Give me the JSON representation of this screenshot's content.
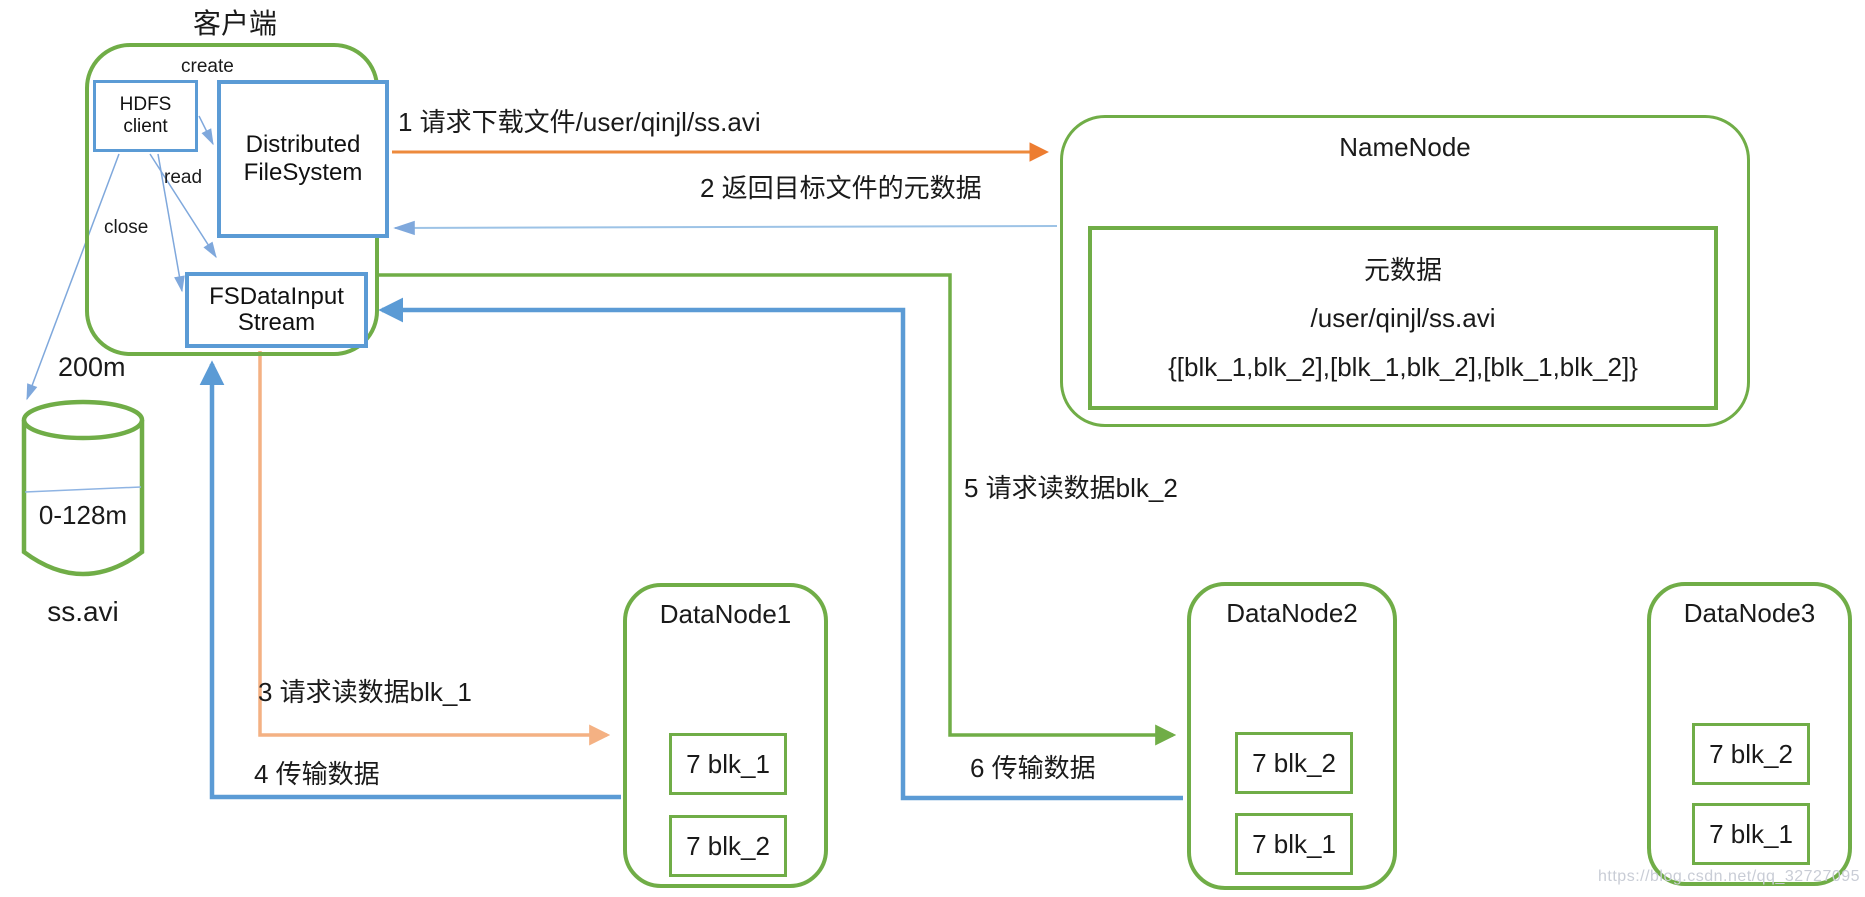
{
  "diagram_title": "客户端",
  "client": {
    "hdfs_client_label": "HDFS client",
    "dfs_label": "Distributed FileSystem",
    "stream_label": "FSDataInputStream",
    "call_labels": {
      "create": "create",
      "read": "read",
      "close": "close"
    }
  },
  "local_file": {
    "total_size": "200m",
    "range": "0-128m",
    "filename": "ss.avi"
  },
  "namenode": {
    "title": "NameNode",
    "metadata_title": "元数据",
    "file_path": "/user/qinjl/ss.avi",
    "block_map": "{[blk_1,blk_2],[blk_1,blk_2],[blk_1,blk_2]}"
  },
  "datanodes": [
    {
      "title": "DataNode1",
      "blocks": [
        "7 blk_1",
        "7 blk_2"
      ]
    },
    {
      "title": "DataNode2",
      "blocks": [
        "7 blk_2",
        "7 blk_1"
      ]
    },
    {
      "title": "DataNode3",
      "blocks": [
        "7 blk_2",
        "7 blk_1"
      ]
    }
  ],
  "flow_labels": {
    "step1": "1 请求下载文件/user/qinjl/ss.avi",
    "step2": "2 返回目标文件的元数据",
    "step3": "3 请求读数据blk_1",
    "step4": "4 传输数据",
    "step5": "5 请求读数据blk_2",
    "step6": "6 传输数据"
  },
  "watermark": "https://blog.csdn.net/qq_32727095",
  "colors": {
    "green": "#70AD47",
    "blue": "#5B9BD5",
    "light_blue": "#8FB4E3",
    "orange": "#ED7D31",
    "light_orange": "#F4B183"
  }
}
